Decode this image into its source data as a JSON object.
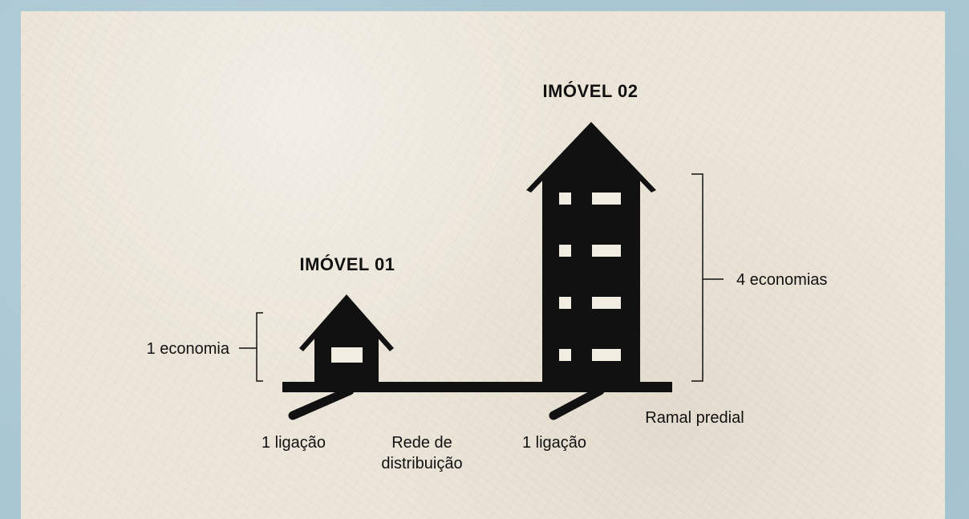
{
  "colors": {
    "border": "#a9c7d3",
    "paper": "#ece6da",
    "ink": "#111111"
  },
  "property_01": {
    "title": "IMÓVEL 01",
    "economy_label": "1 economia",
    "connection_label": "1 ligação"
  },
  "property_02": {
    "title": "IMÓVEL 02",
    "economy_label": "4 economias",
    "connection_label": "1 ligação"
  },
  "network": {
    "line1": "Rede de",
    "line2": "distribuição"
  },
  "branch_label": "Ramal predial"
}
